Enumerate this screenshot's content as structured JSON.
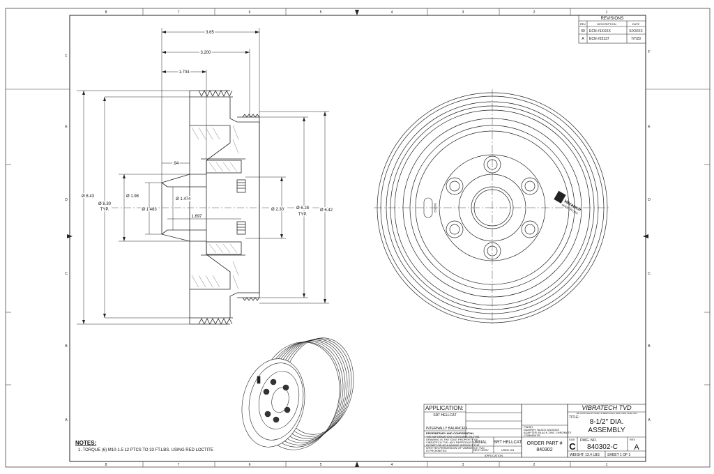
{
  "zones": {
    "columns": [
      "8",
      "7",
      "6",
      "5",
      "4",
      "3",
      "2",
      "1"
    ],
    "rows": [
      "F",
      "E",
      "D",
      "C",
      "B",
      "A"
    ]
  },
  "revisions": {
    "title": "REVISIONS",
    "headers": [
      "REV",
      "DESCRIPTION",
      "DATE"
    ],
    "rows": [
      {
        "rev": "00",
        "desc": "ECN #1XXXX",
        "date": "X/XX/XX"
      },
      {
        "rev": "A",
        "desc": "ECN #22137",
        "date": "7/7/23"
      }
    ]
  },
  "dimensions": {
    "d365": "3.65",
    "d3200": "3.200",
    "d1704": "1.704",
    "d94": ".94",
    "d843": "Ø 8.43",
    "d830": "Ø 8.30",
    "typ1": "TYP.",
    "d198": "Ø 1.98",
    "d1483": "Ø 1.483",
    "d1474": "Ø 1.474",
    "d1697": "1.697",
    "d230": "Ø 2.30",
    "d628": "Ø 6.28",
    "typ2": "TYP.",
    "d642": "Ø 6.42"
  },
  "notes": {
    "heading": "NOTES:",
    "line1": "1. TORQUE (6) M10-1.5 12 PTCS TO 33 FT.LBS. USING RED LOCTITE"
  },
  "application": {
    "label": "APPLICATION:",
    "value": "SRT HELLCAT",
    "balance": "INTERNALLY BALANCED",
    "prop_title": "PROPRIETARY AND CONFIDENTIAL",
    "prop_text1": "THE INFORMATION CONTAINED IN THIS",
    "prop_text2": "DRAWING IS THE SOLE PROPERTY OF",
    "prop_text3": "VIBRATECH TVD. ANY REPRODUCTION",
    "prop_text4": "IN PART OR AS A WHOLE WITHOUT THE",
    "prop_text5": "WRITTEN PERMISSION OF VIBRATECH TVD",
    "prop_text6": "IS PROHIBITED.",
    "final": "FINAL",
    "final_val": "SRT HELLCAT",
    "next_assy": "NEXT ASSY",
    "used_on": "USED ON",
    "app_footer": "APPLICATION"
  },
  "finish": {
    "label": "FINISH",
    "line1": "DAMPER: BLACK ANODIZE",
    "line2": "ADAPTER: BLACK ZINC CHROMATE",
    "comments": "COMMENTS:"
  },
  "order": {
    "label": "ORDER PART #",
    "value": "840302"
  },
  "title_block": {
    "company": "VIBRATECH TVD",
    "address": "180 VOSS VALLEY ROAD, STREETSVILLE, NEW YORK 14226 USA",
    "title_label": "TITLE:",
    "title1": "8-1/2\" DIA.",
    "title2": "ASSEMBLY",
    "size_label": "SIZE",
    "size": "C",
    "dwg_label": "DWG. NO.",
    "dwg": "840302-C",
    "rev_label": "REV",
    "rev": "A",
    "weight": "WEIGHT: 12.4 LBS",
    "sheet": "SHEET 1 OF 1"
  },
  "part_marking": {
    "brand": "Vibratech",
    "origin": "MADE IN USA",
    "pn": "840302"
  }
}
